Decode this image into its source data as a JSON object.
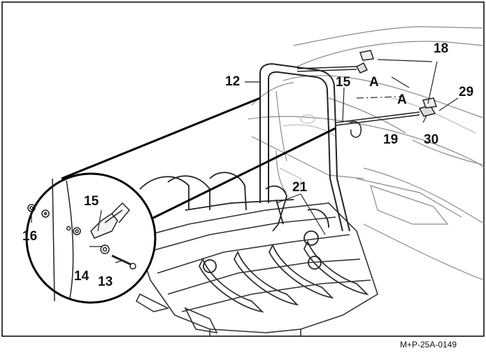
{
  "diagram": {
    "callouts": {
      "c12": "12",
      "c15_top": "15",
      "c18": "18",
      "cA1": "A",
      "cA2": "A",
      "c29": "29",
      "c19": "19",
      "c30": "30",
      "c21": "21",
      "c15_detail": "15",
      "c16": "16",
      "c14": "14",
      "c13": "13"
    },
    "reference_code": "M+P-25A-0149",
    "colors": {
      "line": "#222222",
      "light_line": "#9a9a9a",
      "frame": "#000000"
    }
  }
}
